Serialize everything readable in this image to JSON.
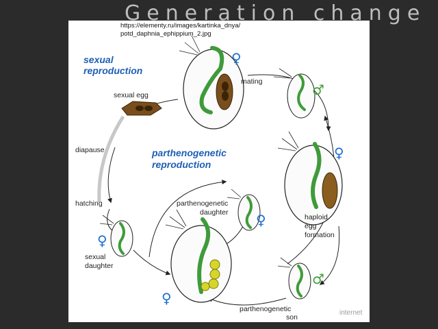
{
  "slide": {
    "title": "Generation change"
  },
  "source": {
    "line1": "https://elementy.ru/images/kartinka_dnya/",
    "line2": "potd_daphnia_ephippium_2.jpg"
  },
  "headings": {
    "sexual_1": "sexual",
    "sexual_2": "reproduction",
    "parth_1": "parthenogenetic",
    "parth_2": "reproduction"
  },
  "labels": {
    "mating": "mating",
    "sexual_egg": "sexual egg",
    "diapause": "diapause",
    "hatching": "hatching",
    "pd_1": "parthenogenetic",
    "pd_2": "daughter",
    "haploid_1": "haploid",
    "haploid_2": "egg",
    "haploid_3": "formation",
    "sd_1": "sexual",
    "sd_2": "daughter",
    "ps_1": "parthenogenetic",
    "ps_2": "son"
  },
  "symbols": {
    "female": "♀",
    "male": "♂"
  },
  "watermark": "internet",
  "colors": {
    "gut": "#3f9b3a",
    "sex_symbol_female": "#1e6fd0",
    "sex_symbol_male": "#3fa03a",
    "eggs": "#d6d62a",
    "sexual_egg": "#7a4e1c",
    "heading": "#1e5fb4"
  }
}
